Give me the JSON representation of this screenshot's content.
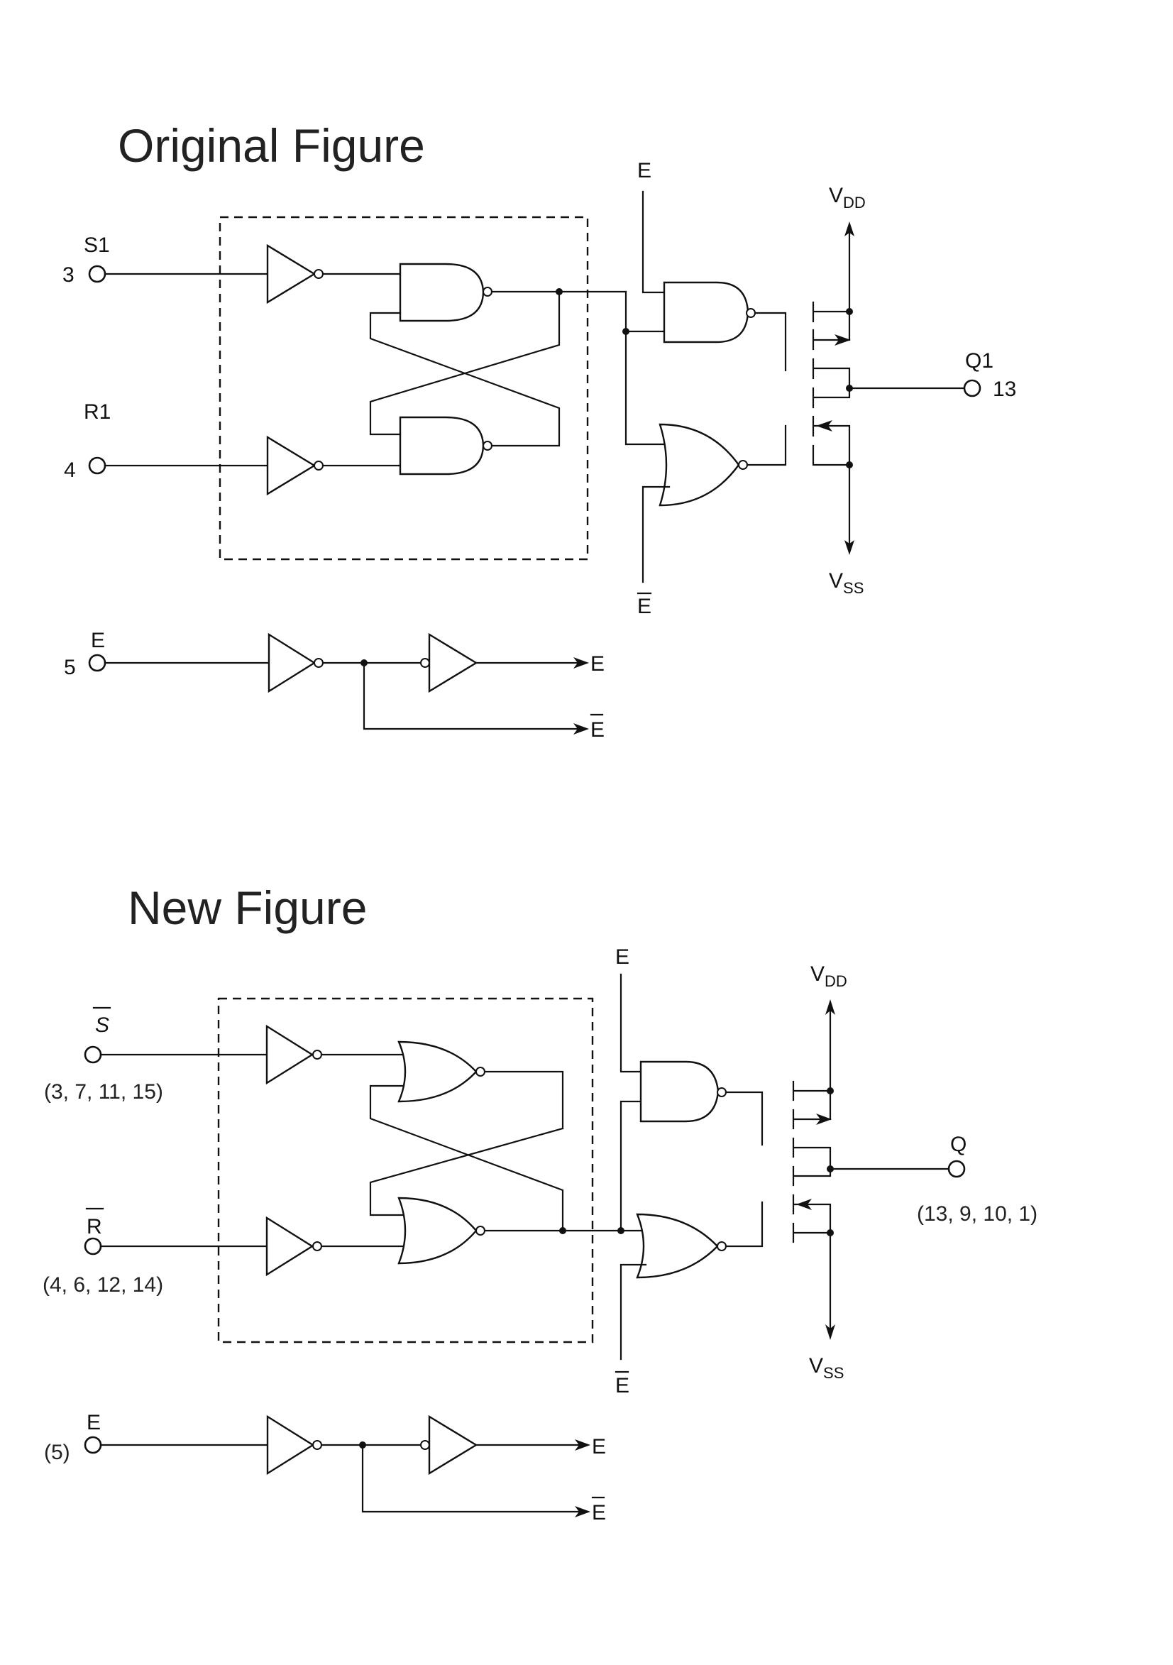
{
  "figures": [
    {
      "title": "Original Figure",
      "inputs": {
        "set": {
          "label": "S1",
          "pin": "3",
          "overbar": false
        },
        "reset": {
          "label": "R1",
          "pin": "4",
          "overbar": false
        },
        "enable": {
          "label": "E",
          "pin": "5"
        }
      },
      "latch_gate": "NAND",
      "enable_top": "E",
      "enable_bottom": "E",
      "enable_bottom_overbar": true,
      "vdd": {
        "main": "V",
        "sub": "DD"
      },
      "vss": {
        "main": "V",
        "sub": "SS"
      },
      "output": {
        "label": "Q1",
        "pin": "13"
      },
      "enable_outputs": {
        "e": "E",
        "e_bar": "E"
      }
    },
    {
      "title": "New Figure",
      "inputs": {
        "set": {
          "label": "S",
          "pin": "(3, 7, 11, 15)",
          "overbar": true
        },
        "reset": {
          "label": "R",
          "pin": "(4, 6, 12, 14)",
          "overbar": true
        },
        "enable": {
          "label": "E",
          "pin": "(5)"
        }
      },
      "latch_gate": "NOR",
      "enable_top": "E",
      "enable_bottom": "E",
      "enable_bottom_overbar": true,
      "vdd": {
        "main": "V",
        "sub": "DD"
      },
      "vss": {
        "main": "V",
        "sub": "SS"
      },
      "output": {
        "label": "Q",
        "pin": "(13, 9, 10, 1)"
      },
      "enable_outputs": {
        "e": "E",
        "e_bar": "E"
      }
    }
  ]
}
